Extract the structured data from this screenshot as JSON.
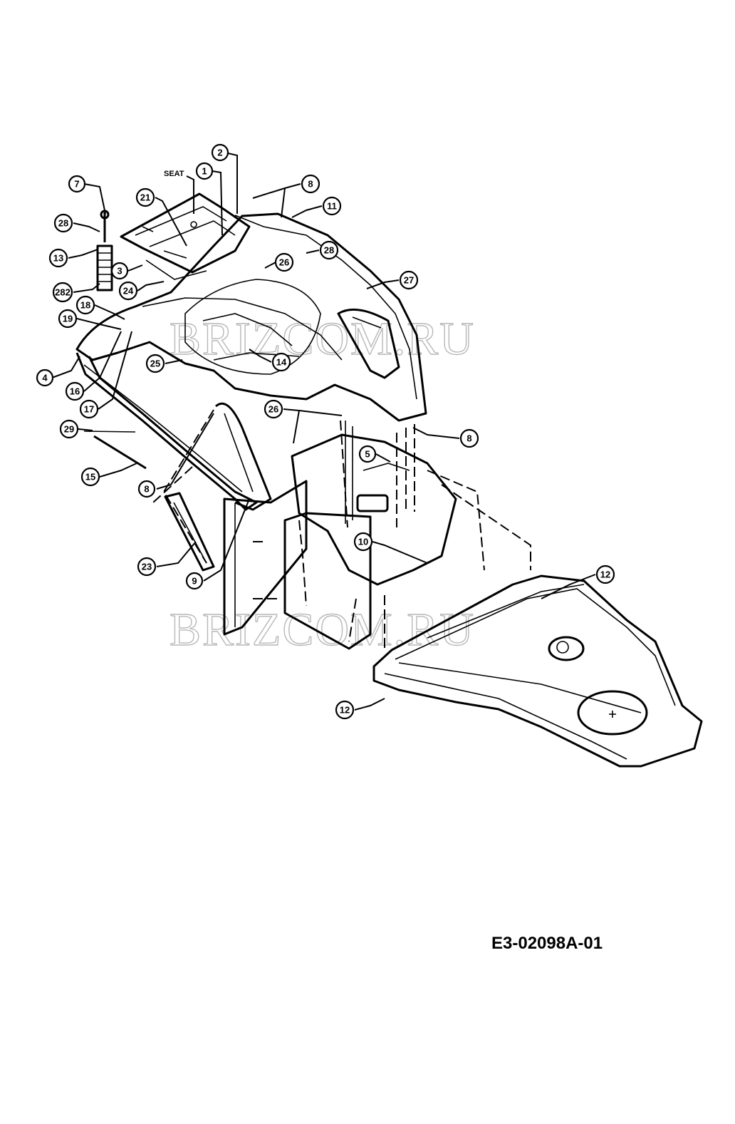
{
  "diagram": {
    "drawing_code": "E3-02098A-01",
    "watermark_text": "BRIZCOM.RU",
    "seat_label": "SEAT",
    "callouts": [
      "2",
      "1",
      "7",
      "21",
      "8",
      "11",
      "28",
      "13",
      "3",
      "26",
      "28",
      "27",
      "282",
      "24",
      "18",
      "19",
      "25",
      "14",
      "4",
      "16",
      "17",
      "26",
      "8",
      "29",
      "5",
      "15",
      "8",
      "23",
      "9",
      "10",
      "12",
      "12"
    ]
  }
}
